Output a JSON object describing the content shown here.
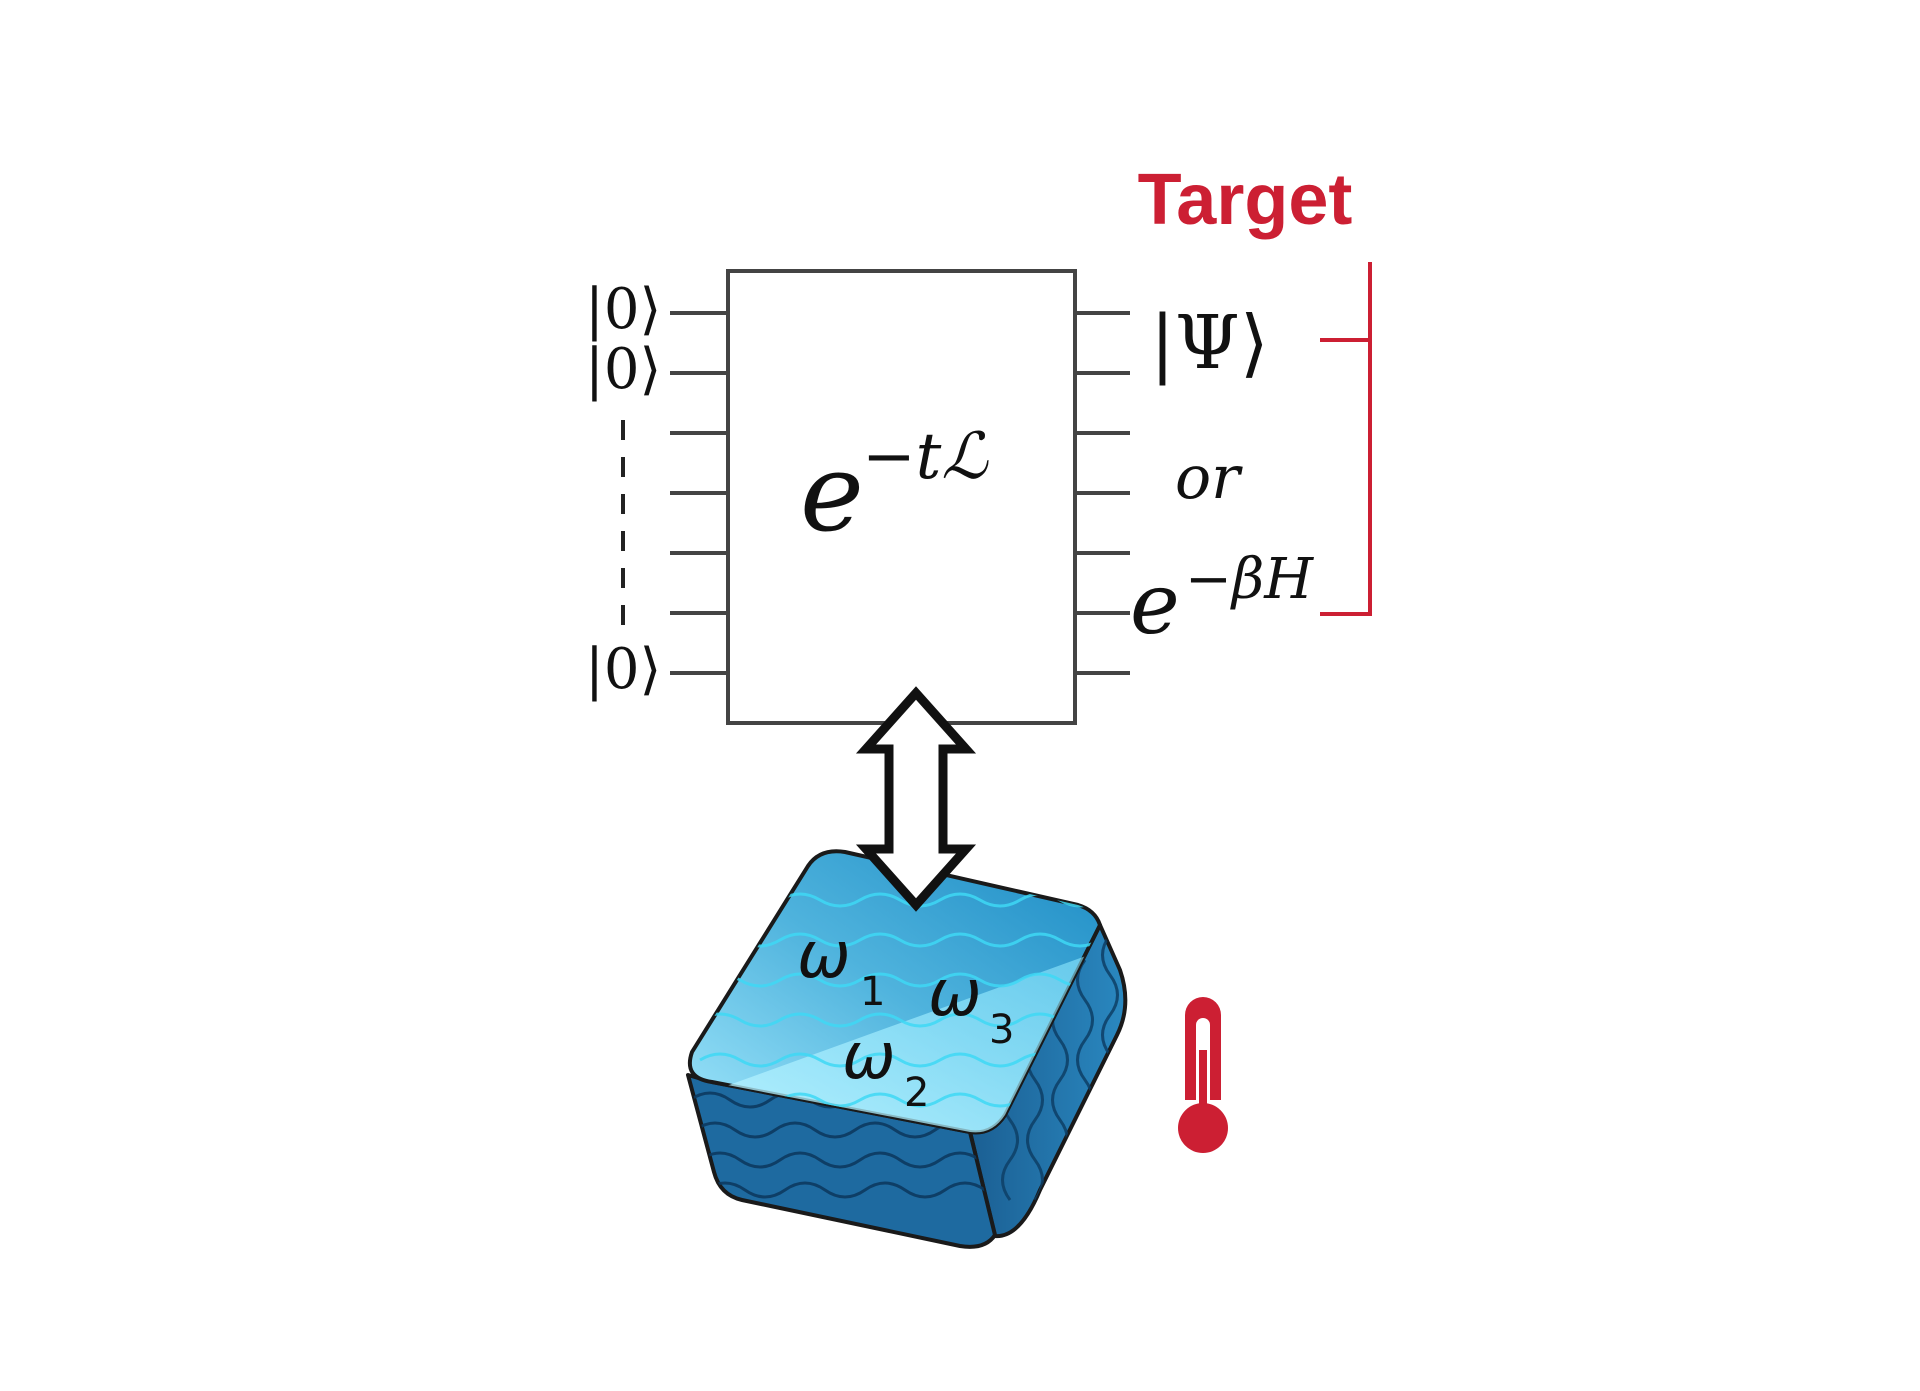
{
  "target_label": "Target",
  "inputs": {
    "ket0_a": "|0⟩",
    "ket0_b": "|0⟩",
    "ket0_c": "|0⟩"
  },
  "gate": {
    "base": "e",
    "exponent": "−tℒ"
  },
  "outputs": {
    "psi": "|Ψ⟩",
    "or_word": "or",
    "thermal_base": "e",
    "thermal_exponent": "−βH"
  },
  "bath": {
    "w1": "ω",
    "w1_sub": "1",
    "w2": "ω",
    "w2_sub": "2",
    "w3": "ω",
    "w3_sub": "3"
  },
  "colors": {
    "accent_red": "#cc1f33",
    "bath_top": "#7fd3ee",
    "bath_side": "#1f6fa3"
  },
  "icons": {
    "thermometer": "thermometer-icon",
    "arrow": "double-headed-arrow-icon"
  }
}
